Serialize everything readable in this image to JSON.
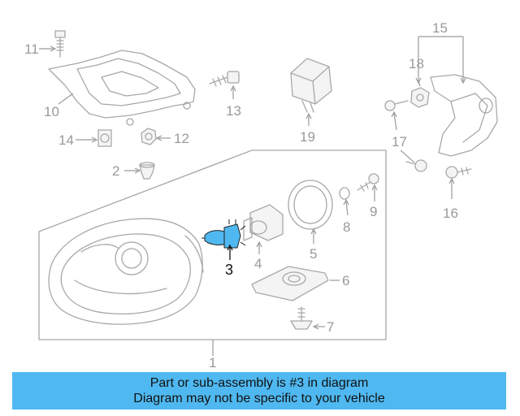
{
  "diagram": {
    "callouts": [
      "1",
      "2",
      "3",
      "4",
      "5",
      "6",
      "7",
      "8",
      "9",
      "10",
      "11",
      "12",
      "13",
      "14",
      "15",
      "16",
      "17",
      "18",
      "19"
    ],
    "highlighted_part": "3",
    "highlight_color": "#4fb8f0",
    "line_color": "#a8a8a8"
  },
  "banner": {
    "line1": "Part or sub-assembly is #3 in diagram",
    "line2": "Diagram may not be specific to your vehicle",
    "background": "#4fb8f0"
  }
}
